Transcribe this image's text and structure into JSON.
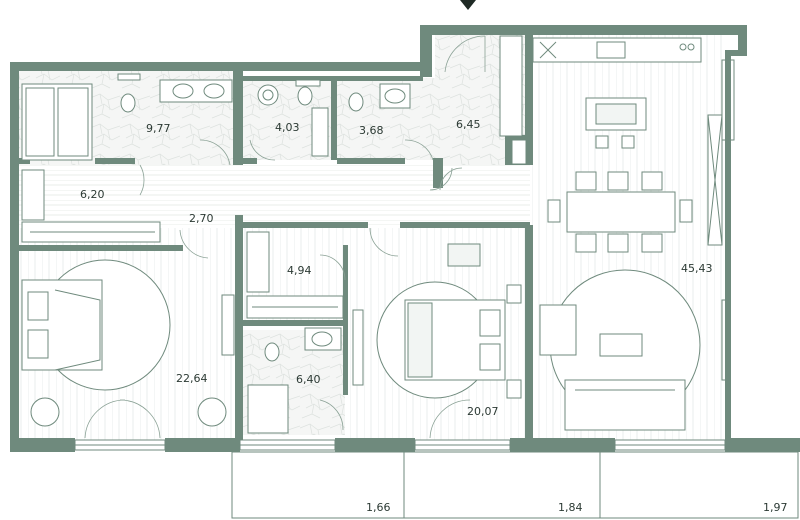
{
  "plan": {
    "colors": {
      "wall": "#6f8a7d",
      "line": "#8aa195",
      "floor_tile": "#f3f4f3",
      "label": "#2c3a34"
    },
    "entrance": {
      "icon": "entrance-arrow-icon"
    },
    "rooms": [
      {
        "id": "bathroom-main",
        "area": "9,77"
      },
      {
        "id": "bathroom-small",
        "area": "4,03"
      },
      {
        "id": "wc",
        "area": "3,68"
      },
      {
        "id": "entry-hall",
        "area": "6,45"
      },
      {
        "id": "wardrobe-1",
        "area": "6,20"
      },
      {
        "id": "corridor",
        "area": "2,70"
      },
      {
        "id": "wardrobe-2",
        "area": "4,94"
      },
      {
        "id": "bedroom-1",
        "area": "22,64"
      },
      {
        "id": "shower-room",
        "area": "6,40"
      },
      {
        "id": "bedroom-2",
        "area": "20,07"
      },
      {
        "id": "kitchen-living",
        "area": "45,43"
      }
    ],
    "balconies": [
      {
        "id": "balcony-1",
        "area": "1,66"
      },
      {
        "id": "balcony-2",
        "area": "1,84"
      },
      {
        "id": "balcony-3",
        "area": "1,97"
      }
    ]
  }
}
